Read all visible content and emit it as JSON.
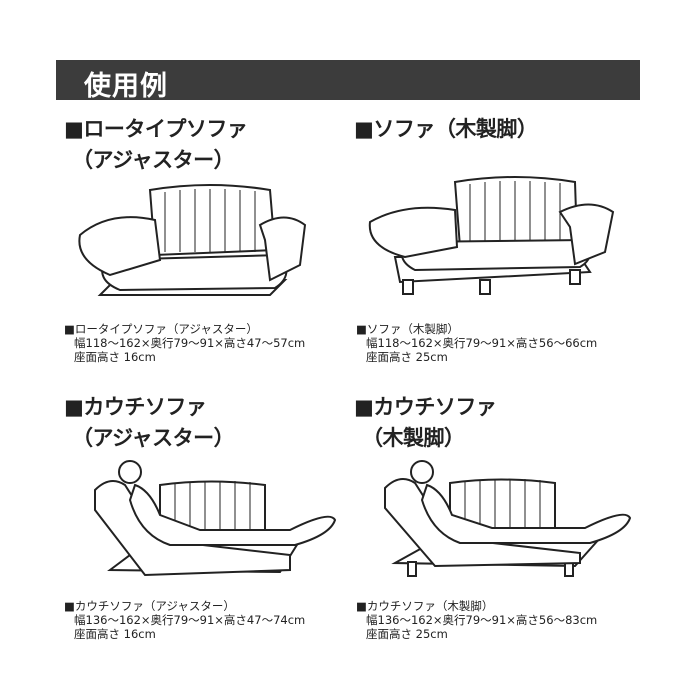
{
  "title": "使用例",
  "items": [
    {
      "heading": [
        "■ロータイプソファ",
        "（アジャスター）"
      ],
      "caption": [
        "■ロータイプソファ（アジャスター）",
        "幅118～162×奥行79～91×高さ47～57cm",
        "座面高さ 16cm"
      ]
    },
    {
      "heading": [
        "■ソファ（木製脚）"
      ],
      "caption": [
        "■ソファ（木製脚）",
        "幅118～162×奥行79～91×高さ56～66cm",
        "座面高さ 25cm"
      ]
    },
    {
      "heading": [
        "■カウチソファ",
        "（アジャスター）"
      ],
      "caption": [
        "■カウチソファ（アジャスター）",
        "幅136～162×奥行79～91×高さ47～74cm",
        "座面高さ 16cm"
      ]
    },
    {
      "heading": [
        "■カウチソファ",
        "（木製脚）"
      ],
      "caption": [
        "■カウチソファ（木製脚）",
        "幅136～162×奥行79～91×高さ56～83cm",
        "座面高さ 25cm"
      ]
    }
  ]
}
